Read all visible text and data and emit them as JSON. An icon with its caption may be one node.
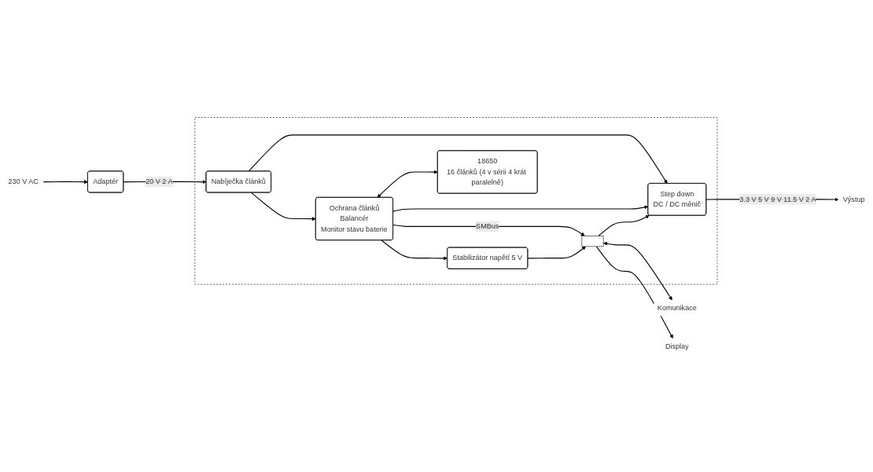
{
  "diagram": {
    "nodes": [
      {
        "text": [
          "230 V AC"
        ]
      },
      {
        "text": [
          "Adaptér"
        ]
      },
      {
        "text": [],
        "shape": "box"
      },
      {
        "text": [
          "Nabíječka článků"
        ],
        "in": 2
      },
      {
        "text": [
          "Step down",
          "DC / DC měnič"
        ],
        "in": 2
      },
      {
        "text": [],
        "shape": "box",
        "in": 2
      },
      {
        "text": [
          "Ochrana článků",
          "Balancér",
          "Monitor stavu baterie"
        ],
        "in": 2
      },
      {
        "text": [
          "Stabilizátor napětí 5 V"
        ],
        "in": 2
      },
      {
        "text": [
          "18650",
          "16 článků (4 v sérii 4 krát paralelně)"
        ],
        "in": 2
      },
      {
        "text": [
          "Výstup"
        ]
      },
      {
        "text": [
          "Komunikace"
        ]
      },
      {
        "text": [
          "Display"
        ]
      }
    ],
    "edges": [
      {
        "from": 0,
        "to": 1,
        "arrow": "to"
      },
      {
        "from": 1,
        "to": 3,
        "arrow": "to",
        "label": "20 V 2 A"
      },
      {
        "from": 3,
        "to": 4,
        "arrow": "to"
      },
      {
        "from": 3,
        "to": 6,
        "arrow": "to"
      },
      {
        "from": 6,
        "to": 4,
        "arrow": "to"
      },
      {
        "from": 5,
        "to": 4,
        "arrow": "to"
      },
      {
        "from": 6,
        "to": 5,
        "arrow": "to",
        "label": "SMBus"
      },
      {
        "from": 6,
        "to": 7,
        "arrow": "to"
      },
      {
        "from": 7,
        "to": 5,
        "arrow": "to"
      },
      {
        "from": 6,
        "to": 8,
        "arrow": "both"
      },
      {
        "from": 4,
        "to": 9,
        "arrow": "to",
        "label": "3.3 V 5 V 9 V 11.5 V 2 A"
      },
      {
        "from": 5,
        "to": 10,
        "arrow": "both"
      },
      {
        "from": 5,
        "to": 11,
        "arrow": "to"
      }
    ]
  }
}
